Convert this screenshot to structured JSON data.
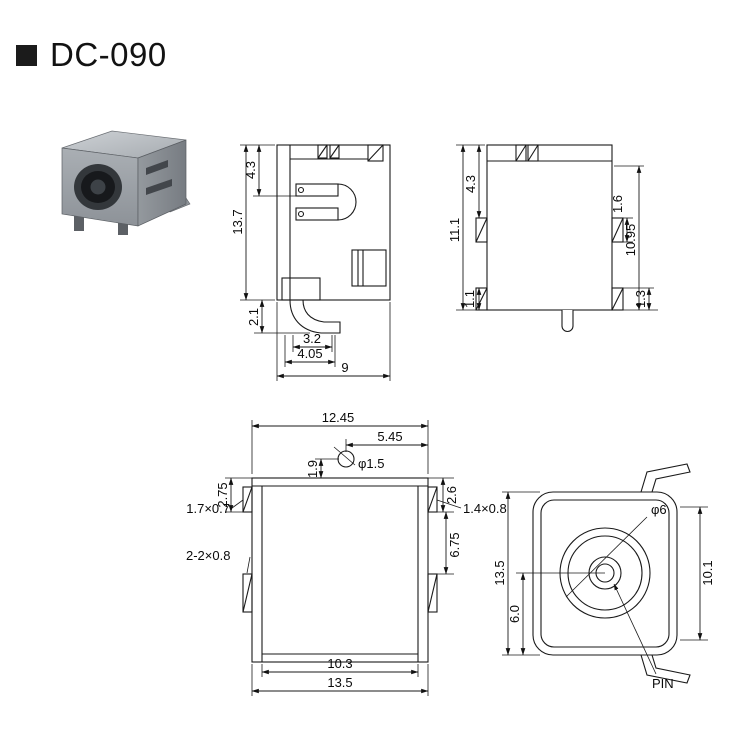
{
  "title": {
    "text": "DC-090"
  },
  "views": {
    "side": {
      "dims": {
        "overall_height": "13.7",
        "upper_section": "4.3",
        "lug_drop": "2.1",
        "lug_width_inner": "3.2",
        "lug_width_outer": "4.05",
        "overall_depth": "9"
      }
    },
    "rear": {
      "dims": {
        "overall_height": "11.1",
        "upper_section": "4.3",
        "lower_tab": "1.1",
        "tab_width": "1.6",
        "side_height": "10.95",
        "lower_right_tab": "1.3"
      }
    },
    "top": {
      "dims": {
        "overall_width": "12.45",
        "pin_to_edge": "5.45",
        "upper_tab_left": "2.75",
        "pin_inset": "1.9",
        "pin_diameter": "φ1.5",
        "upper_tab_right": "2.6",
        "left_tab_size": "1.7×0.7",
        "right_tab_size": "1.4×0.8",
        "side_tabs_size": "2-2×0.8",
        "tab_gap": "6.75",
        "inner_width": "10.3",
        "overall_length": "13.5"
      }
    },
    "front": {
      "dims": {
        "barrel_diameter": "φ6",
        "overall_height": "13.5",
        "center_to_bottom": "6.0",
        "body_height": "10.1",
        "pin_label": "PIN"
      }
    }
  }
}
